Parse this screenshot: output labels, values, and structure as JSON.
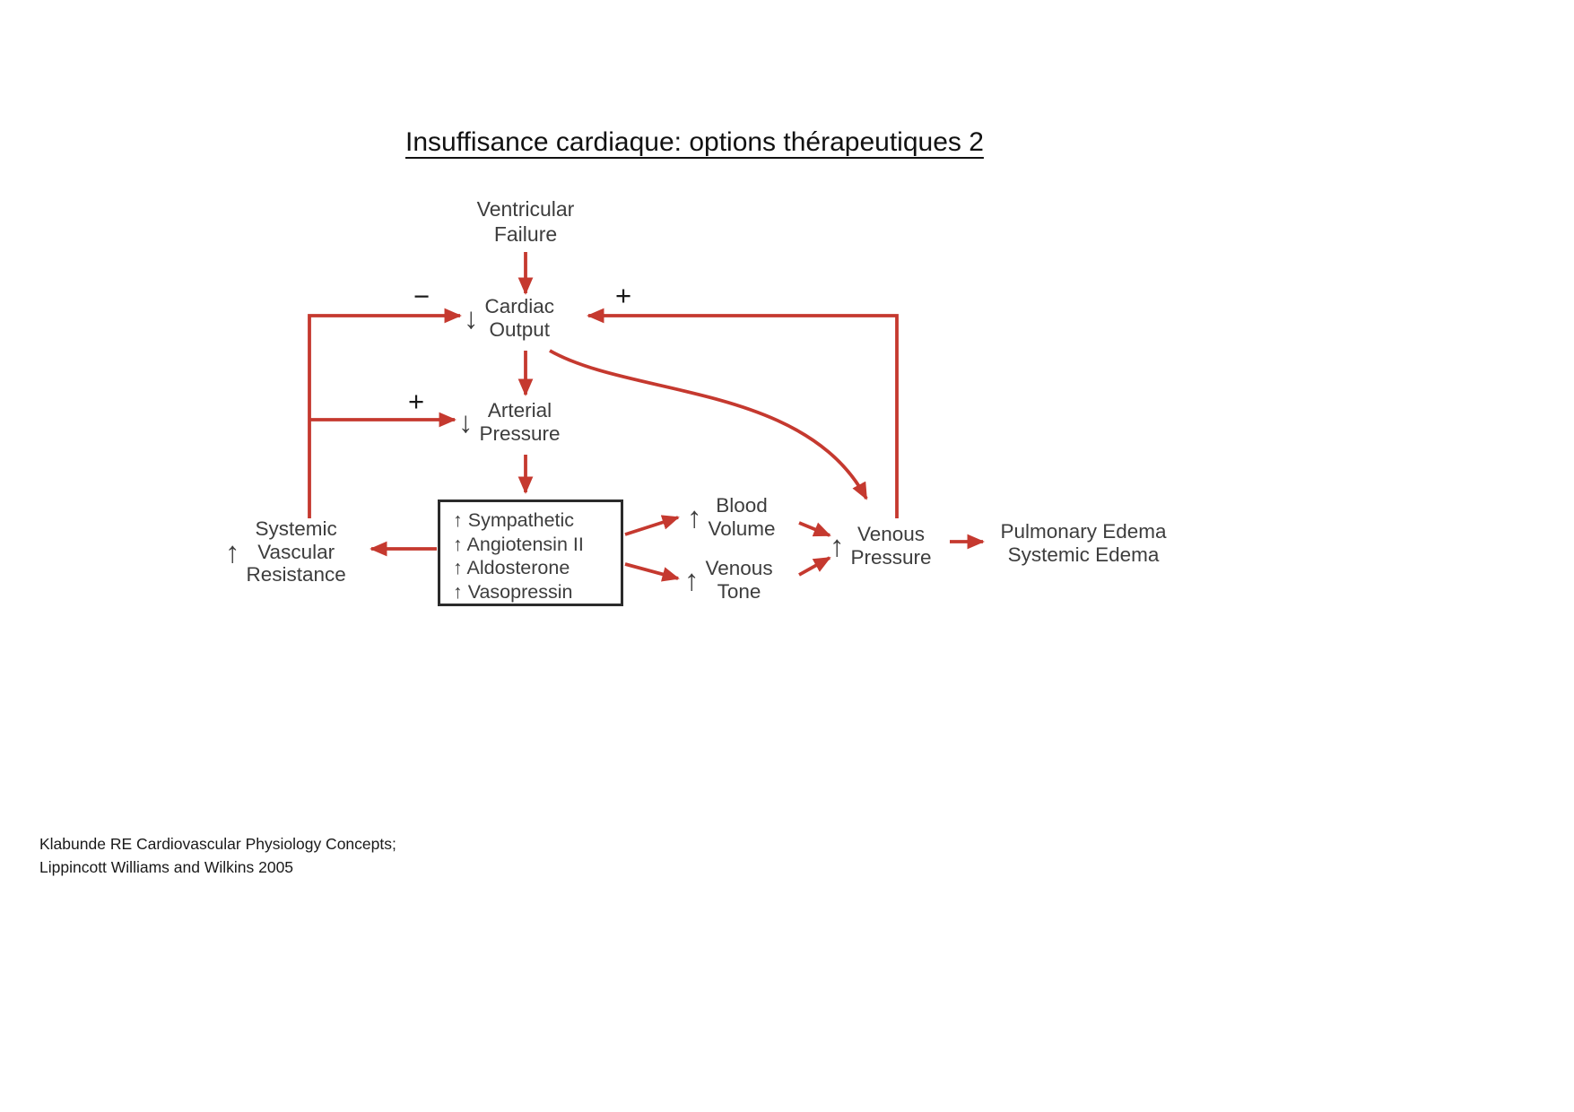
{
  "title": "Insuffisance cardiaque: options thérapeutiques 2",
  "colors": {
    "arrow_red": "#c5392f",
    "text_dark": "#3d3d3d",
    "box_border": "#2b2b2b",
    "sign_black": "#1a1a1a"
  },
  "nodes": {
    "ventricular_failure": {
      "line1": "Ventricular",
      "line2": "Failure"
    },
    "cardiac_output": {
      "arrow": "↓",
      "line1": "Cardiac",
      "line2": "Output"
    },
    "arterial_pressure": {
      "arrow": "↓",
      "line1": "Arterial",
      "line2": "Pressure"
    },
    "neurohormonal_box": {
      "items": [
        "↑ Sympathetic",
        "↑ Angiotensin II",
        "↑ Aldosterone",
        "↑ Vasopressin"
      ]
    },
    "systemic_vascular_resistance": {
      "arrow": "↑",
      "line1": "Systemic",
      "line2": "Vascular",
      "line3": "Resistance"
    },
    "blood_volume": {
      "arrow": "↑",
      "line1": "Blood",
      "line2": "Volume"
    },
    "venous_tone": {
      "arrow": "↑",
      "line1": "Venous",
      "line2": "Tone"
    },
    "venous_pressure": {
      "arrow": "↑",
      "line1": "Venous",
      "line2": "Pressure"
    },
    "edema": {
      "line1": "Pulmonary Edema",
      "line2": "Systemic Edema"
    }
  },
  "signs": {
    "minus_cardiac_output": "−",
    "plus_cardiac_output": "+",
    "plus_arterial_pressure": "+"
  },
  "citation": {
    "line1": "Klabunde RE Cardiovascular Physiology Concepts;",
    "line2": "Lippincott Williams and Wilkins 2005"
  }
}
